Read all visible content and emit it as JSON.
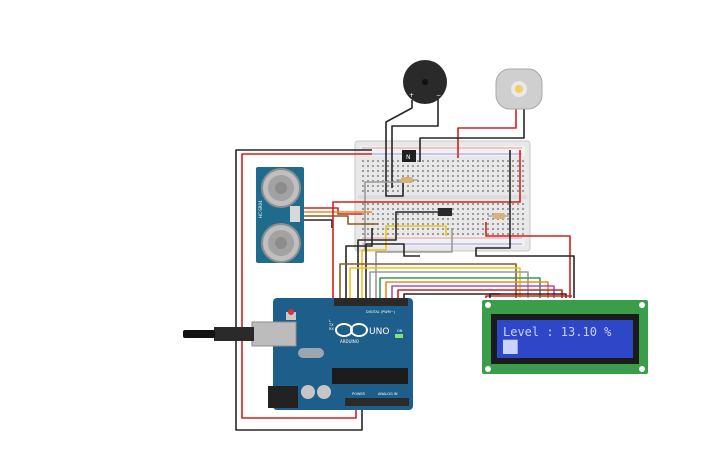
{
  "canvas": {
    "background": "#ffffff"
  },
  "arduino": {
    "board_name": "UNO",
    "brand": "ARDUINO",
    "digital_header_label": "DIGITAL (PWM~)",
    "power_label": "POWER",
    "analog_label": "ANALOG IN",
    "tx_label": "TX",
    "rx_label": "RX",
    "l_label": "L",
    "on_label": "ON",
    "color": "#1d5f8a"
  },
  "lcd": {
    "line1": "Level : 13.10 %",
    "line2": "██",
    "pcb_color": "#3a9d4a",
    "screen_color": "#2e46c8",
    "text_color": "#c9d3ff"
  },
  "sensor": {
    "label_top": "HC-SR04",
    "color": "#1e6b8e"
  },
  "buzzer": {
    "plus_label": "+",
    "minus_label": "−"
  },
  "motor": {
    "body_color": "#c8c8c8",
    "shaft_color": "#f0d060"
  },
  "transistor": {
    "label": "N"
  },
  "wire_colors": {
    "black": "#262626",
    "red": "#d32020",
    "yellow": "#ecc21c",
    "brown": "#8a5a24",
    "gray": "#9a9a9a",
    "green": "#2fa04a",
    "purple": "#a64fb5",
    "orange": "#ef8a1e",
    "blue": "#3c6fd6"
  }
}
